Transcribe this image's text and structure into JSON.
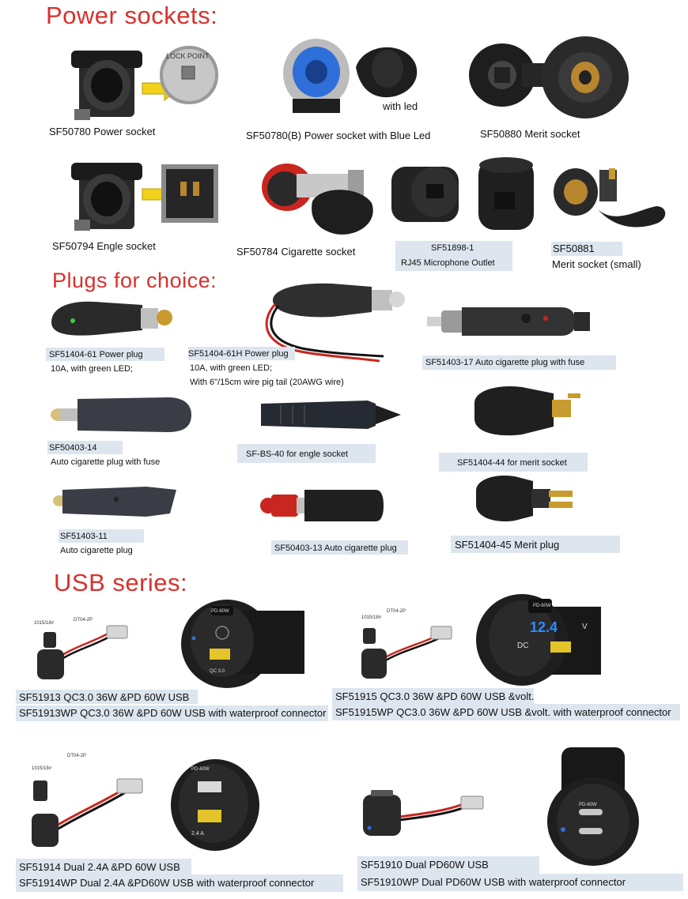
{
  "sections": {
    "power": "Power sockets:",
    "plugs": "Plugs for choice:",
    "usb": "USB series:"
  },
  "power": {
    "sf50780": "SF50780 Power socket",
    "sf50780b": "SF50780(B)  Power socket with Blue Led",
    "with_led": "with led",
    "lock_point": "LOCK POINT",
    "sf50880": "SF50880 Merit socket",
    "sf50794": "SF50794 Engle socket",
    "sf50784": "SF50784 Cigarette socket",
    "sf51898_code": "SF51898-1",
    "sf51898_desc": "RJ45 Microphone Outlet",
    "sf50881_code": "SF50881",
    "sf50881_desc": "Merit socket (small)"
  },
  "plugs": {
    "p1_code": "SF51404-61 Power plug",
    "p1_desc": "10A,  with green LED;",
    "p2_code": "SF51404-61H Power plug",
    "p2_desc1": "10A,  with green LED;",
    "p2_desc2": "With 6\"/15cm wire pig tail (20AWG wire)",
    "p3": "SF51403-17  Auto cigarette plug with fuse",
    "p4_code": "SF50403-14",
    "p4_desc": "Auto cigarette plug with fuse",
    "p5": "SF-BS-40 for engle socket",
    "p6": "SF51404-44 for merit socket",
    "p7_code": "SF51403-11",
    "p7_desc": "Auto cigarette plug",
    "p8": "SF50403-13  Auto cigarette plug",
    "p9": "SF51404-45 Merit plug"
  },
  "usb": {
    "u1_line1": "SF51913  QC3.0  36W &PD 60W USB",
    "u1_line2": "SF51913WP  QC3.0  36W &PD 60W USB with waterproof connector",
    "u2_line1": "SF51915  QC3.0  36W &PD 60W  USB &volt.",
    "u2_line2": "SF51915WP  QC3.0  36W &PD 60W  USB &volt. with waterproof connector",
    "u3_line1": "SF51914  Dual 2.4A &PD 60W USB",
    "u3_line2": "SF51914WP Dual 2.4A &PD60W USB with waterproof connector",
    "u4_line1": "SF51910  Dual PD60W USB",
    "u4_line2": "SF51910WP  Dual PD60W USB  with waterproof connector",
    "wire1_gauge": "1015/18#",
    "wire1_conn": "DT04-2P",
    "wire2_gauge": "1015/18#",
    "wire2_conn": "DT04-2P",
    "wire3_gauge": "1015/18#",
    "wire3_conn": "DT04-2P",
    "pd60w": "PD-60W",
    "qc30": "QC 3.0",
    "volt_reading": "12.4",
    "volt_unit": "V",
    "dc": "DC",
    "a24": "2.4 A",
    "pd60w_b": "PD-60W",
    "pd60w_c": "PD-60W",
    "pd60w_d": "PD-60W"
  },
  "colors": {
    "heading": "#d9302c",
    "caption_band": "#dde5ee",
    "product_black": "#1e1e1e",
    "blue_led": "#2e6fd9",
    "red_cap": "#c9261f"
  }
}
